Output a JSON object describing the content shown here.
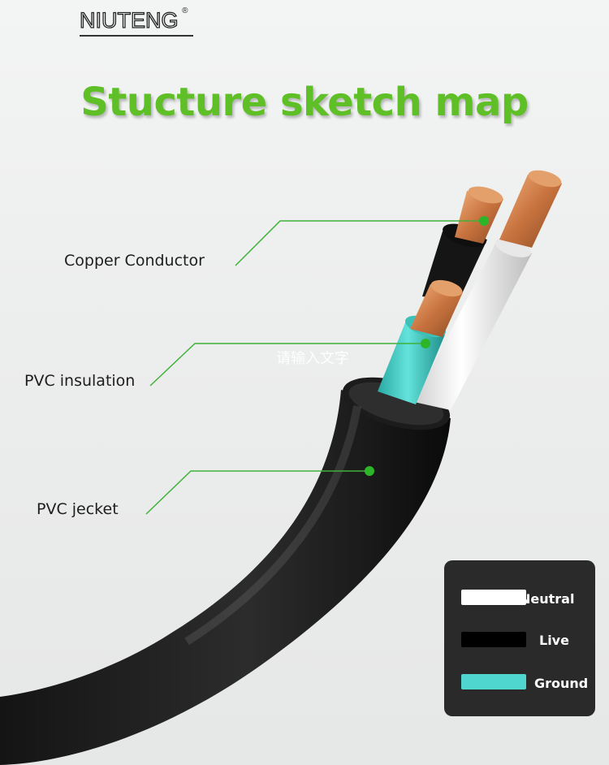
{
  "brand": {
    "name": "NIUTENG",
    "mark": "®"
  },
  "title": "Stucture sketch map",
  "labels": {
    "copper": "Copper Conductor",
    "insulation": "PVC insulation",
    "jacket": "PVC jecket"
  },
  "overlay_text": "请输入文字",
  "legend": [
    {
      "label": "Neutral",
      "color": "#ffffff"
    },
    {
      "label": "Live",
      "color": "#000000"
    },
    {
      "label": "Ground",
      "color": "#4fd6cf"
    }
  ],
  "colors": {
    "accent": "#5fbf26",
    "callout_dot": "#2db52a"
  }
}
